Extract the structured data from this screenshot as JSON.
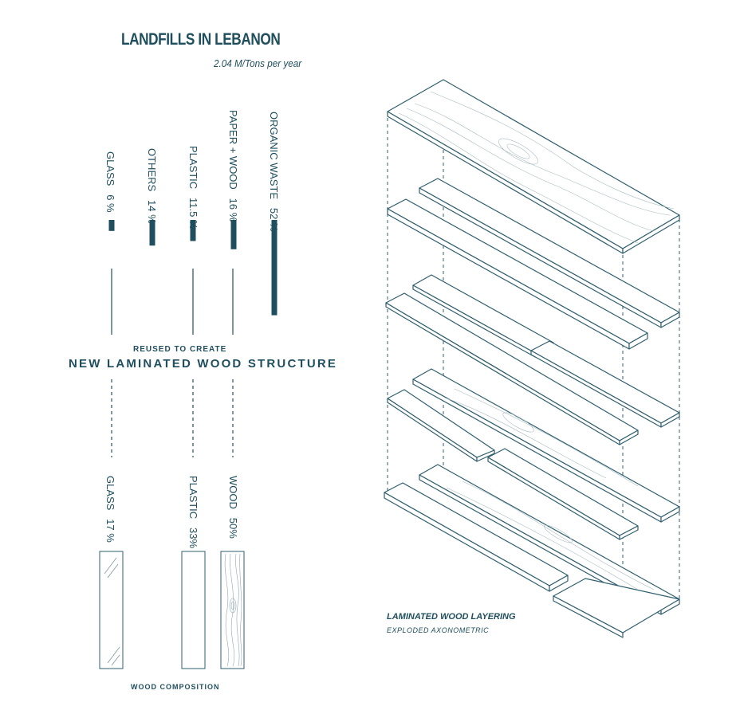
{
  "title": "LANDFILLS IN LEBANON",
  "subtitle": "2.04 M/Tons per year",
  "waste_items": [
    {
      "label": "GLASS",
      "pct": "6 %",
      "value": 6
    },
    {
      "label": "OTHERS",
      "pct": "14 %",
      "value": 14
    },
    {
      "label": "PLASTIC",
      "pct": "11.5 %",
      "value": 11.5
    },
    {
      "label": "PAPER + WOOD",
      "pct": "16 %",
      "value": 16
    },
    {
      "label": "ORGANIC WASTE",
      "pct": "52 %",
      "value": 52
    }
  ],
  "reuse_caption": "REUSED TO CREATE",
  "reuse_title": "NEW LAMINATED WOOD STRUCTURE",
  "composition_items": [
    {
      "label": "GLASS",
      "pct": "17 %",
      "value": 17
    },
    {
      "label": "PLASTIC",
      "pct": "33%",
      "value": 33
    },
    {
      "label": "WOOD",
      "pct": "50%",
      "value": 50
    }
  ],
  "composition_caption": "WOOD COMPOSITION",
  "diagram_title": "LAMINATED WOOD LAYERING",
  "diagram_subtitle": "EXPLODED AXONOMETRIC",
  "colors": {
    "accent": "#1f4f5e",
    "line": "#2f5f6e"
  }
}
